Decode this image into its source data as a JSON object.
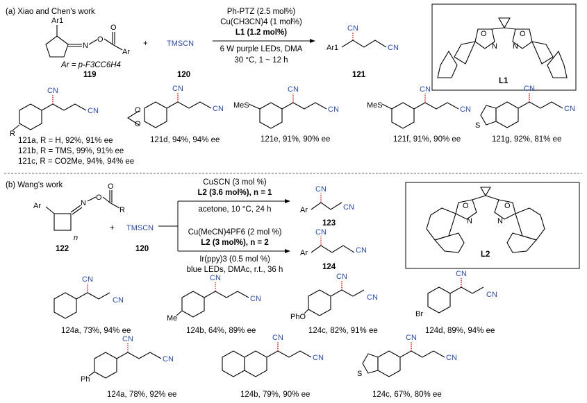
{
  "section_a": {
    "title": "(a) Xiao and Chen's work",
    "ar_def": "Ar = p-F3CC6H4",
    "substrate_num": "119",
    "reagent": "TMSCN",
    "reagent_num": "120",
    "plus": "+",
    "conditions": [
      "Ph-PTZ (2.5 mol%)",
      "Cu(CH3CN)4 (1 mol%)",
      "L1 (1.2 mol%)",
      "6 W purple LEDs, DMA",
      "30 °C, 1 ~ 12 h"
    ],
    "product_num": "121",
    "ligand": "L1",
    "products": [
      {
        "label": "121a, R = H, 92%, 91% ee"
      },
      {
        "label": "121b, R = TMS, 99%, 91% ee"
      },
      {
        "label": "121c, R = CO2Me, 94%, 94% ee"
      },
      {
        "label": "121d, 94%, 94% ee"
      },
      {
        "label": "121e, 91%, 90% ee"
      },
      {
        "label": "121f, 91%, 90% ee"
      },
      {
        "label": "121g, 92%, 81% ee"
      }
    ]
  },
  "section_b": {
    "title": "(b) Wang's work",
    "substrate_num": "122",
    "reagent": "TMSCN",
    "reagent_num": "120",
    "plus": "+",
    "conditions_top": [
      "CuSCN (3 mol %)",
      "L2 (3.6 mol%), n = 1",
      "acetone, 10 °C, 24 h"
    ],
    "conditions_bottom": [
      "Cu(MeCN)4PF6 (2 mol %)",
      "L2 (3 mol%), n = 2",
      "Ir(ppy)3 (0.5 mol %)",
      "blue LEDs, DMAc, r.t., 36 h"
    ],
    "product_top_num": "123",
    "product_bottom_num": "124",
    "ligand": "L2",
    "products": [
      {
        "label": "124a, 73%, 94% ee"
      },
      {
        "label": "124b, 64%, 89% ee"
      },
      {
        "label": "124c, 82%, 91% ee"
      },
      {
        "label": "124d, 89%, 94% ee"
      },
      {
        "label": "124a, 78%, 92% ee"
      },
      {
        "label": "124b, 79%, 90% ee"
      },
      {
        "label": "124c, 67%, 80% ee"
      }
    ]
  },
  "atoms": {
    "cn": "CN",
    "ar": "Ar",
    "ar1": "Ar1",
    "r": "R",
    "o": "O",
    "n": "N",
    "s": "S",
    "mes": "MeS",
    "me": "Me",
    "br": "Br",
    "pho": "PhO",
    "ph": "Ph",
    "nsub": "n"
  }
}
